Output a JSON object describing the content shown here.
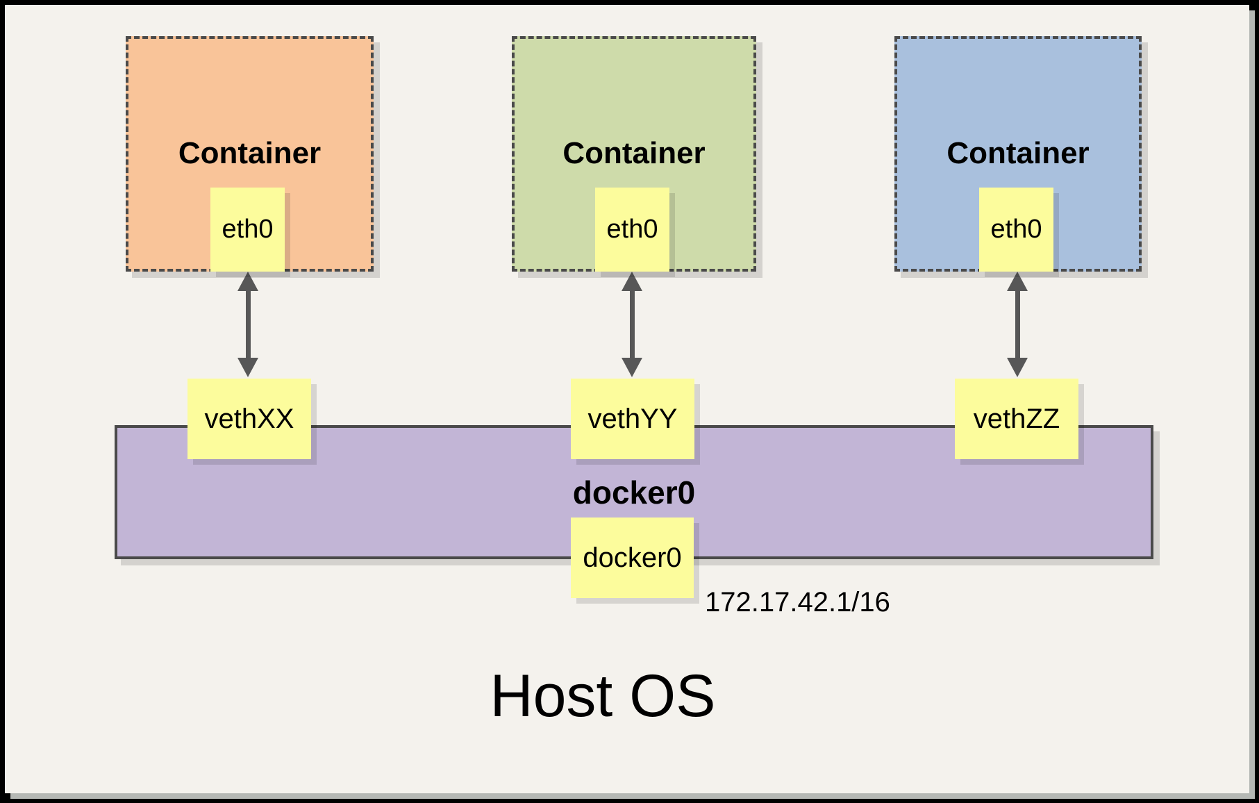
{
  "host": {
    "title": "Host OS"
  },
  "containers": [
    {
      "title": "Container",
      "interface_label": "eth0",
      "veth_label": "vethXX"
    },
    {
      "title": "Container",
      "interface_label": "eth0",
      "veth_label": "vethYY"
    },
    {
      "title": "Container",
      "interface_label": "eth0",
      "veth_label": "vethZZ"
    }
  ],
  "bridge": {
    "name": "docker0",
    "interface_label": "docker0",
    "ip": "172.17.42.1/16"
  },
  "colors": {
    "container_fills": [
      "#F9C499",
      "#CEDBAA",
      "#A9C0DD"
    ],
    "interface_fill": "#FCFC9C",
    "bridge_fill": "#C2B5D6",
    "background": "#F4F2ED",
    "border_dark": "#4A4A4A",
    "arrow": "#575757"
  }
}
